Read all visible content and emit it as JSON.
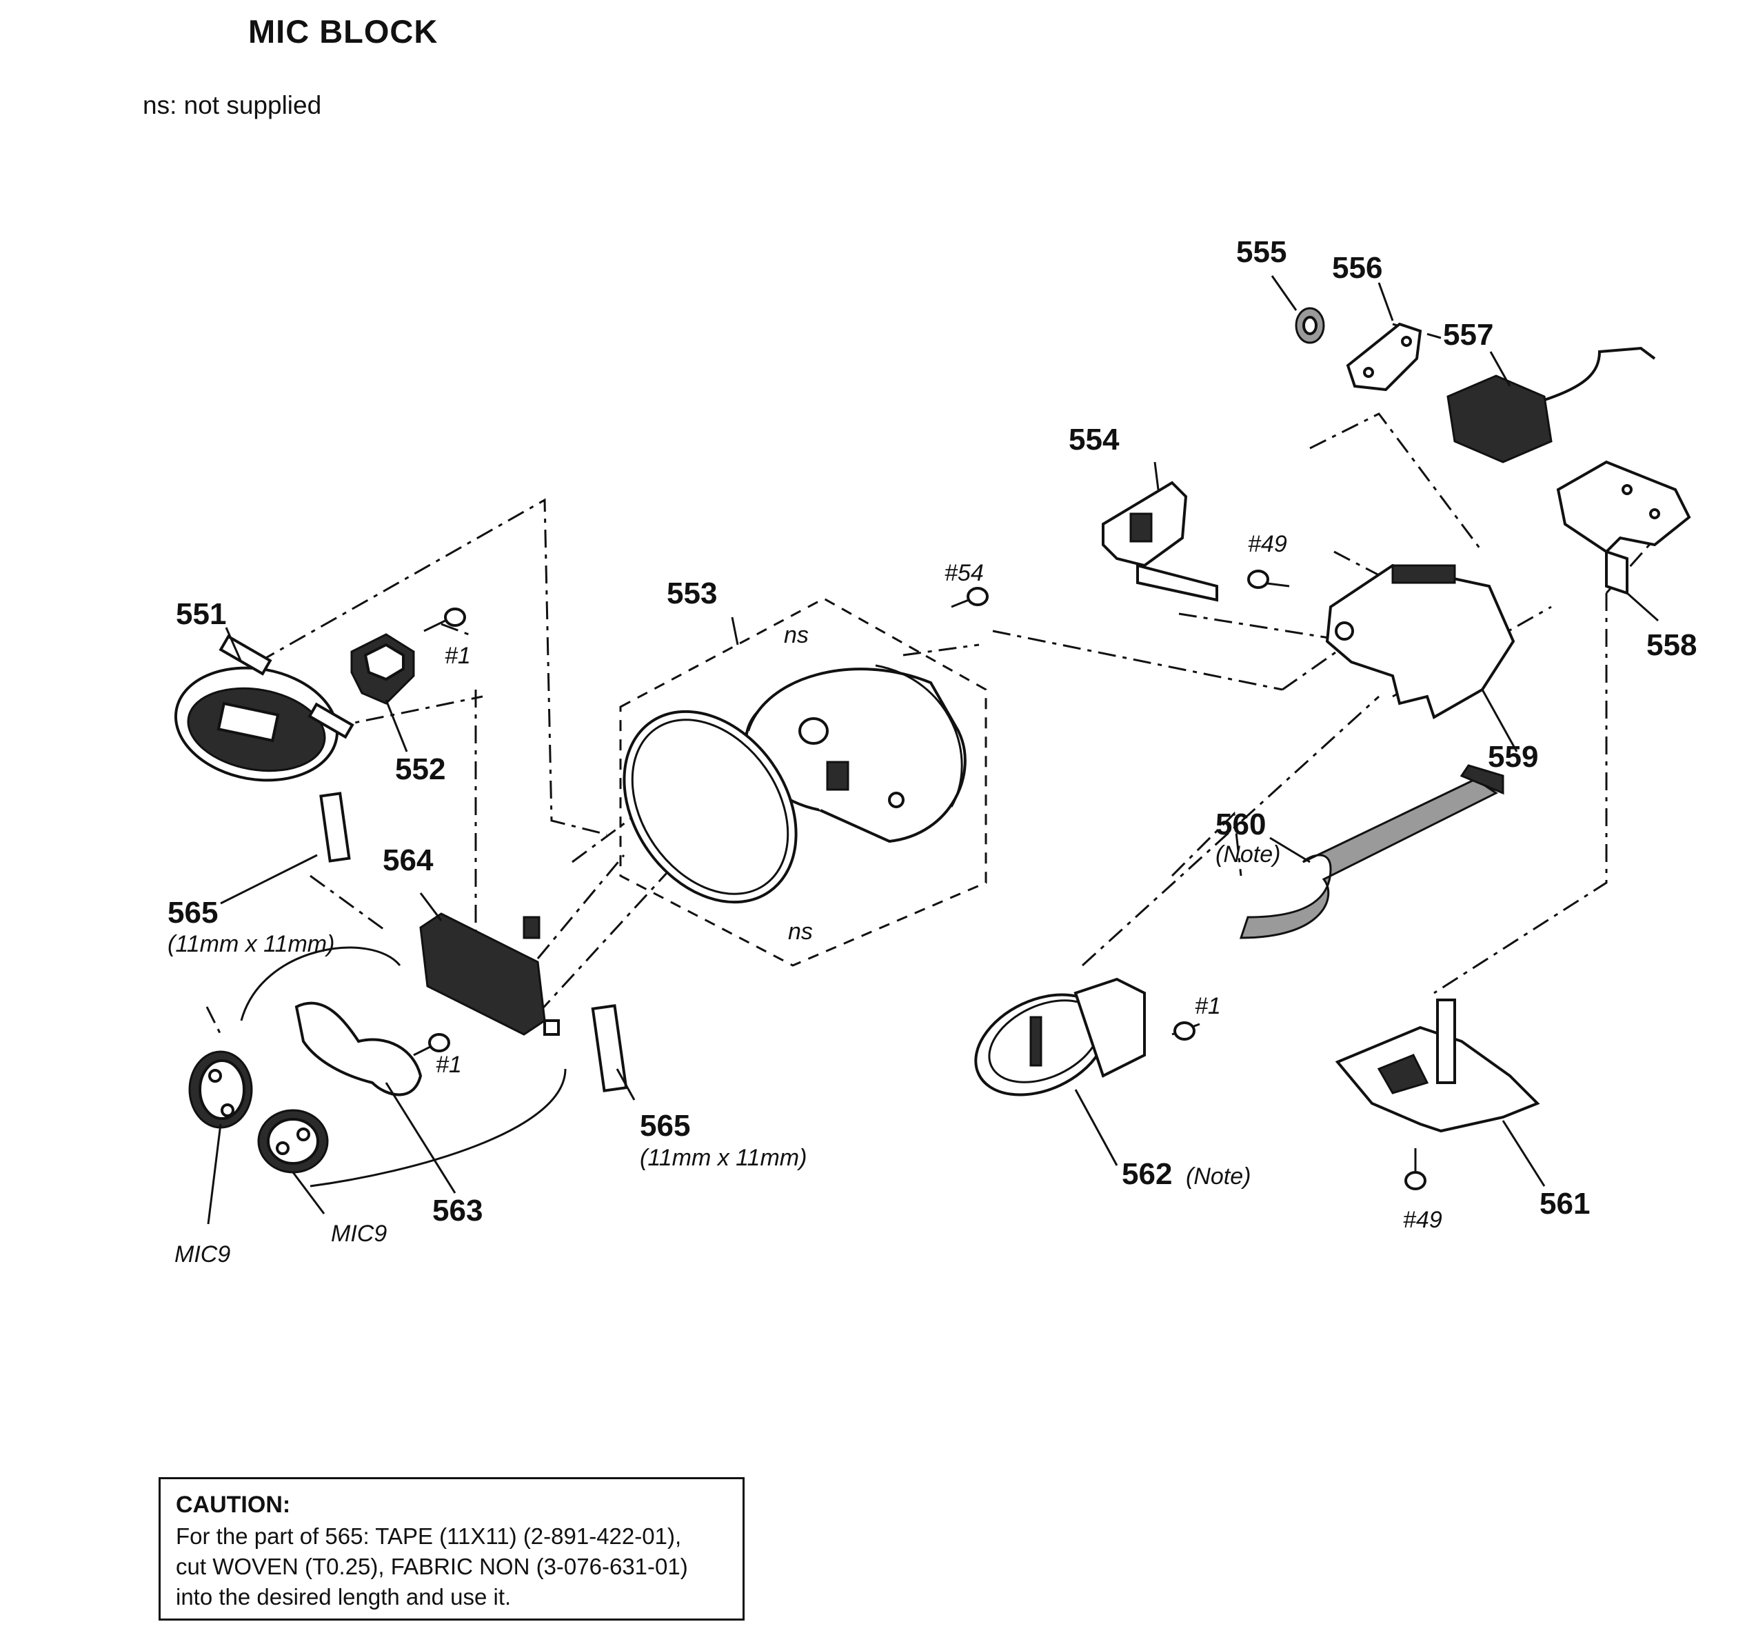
{
  "header": {
    "title": "MIC  BLOCK",
    "ns_note": "ns: not supplied"
  },
  "parts": {
    "p551": "551",
    "p552": "552",
    "p553": "553",
    "p554": "554",
    "p555": "555",
    "p556": "556",
    "p557": "557",
    "p558": "558",
    "p559": "559",
    "p560": "560",
    "p560_note": "(Note)",
    "p561": "561",
    "p562": "562",
    "p562_note": "(Note)",
    "p563": "563",
    "p564": "564",
    "p565a": "565",
    "p565a_size": "(11mm x 11mm)",
    "p565b": "565",
    "p565b_size": "(11mm x 11mm)"
  },
  "screws": {
    "s1a": "#1",
    "s1b": "#1",
    "s1c": "#1",
    "s54": "#54",
    "s49a": "#49",
    "s49b": "#49"
  },
  "misc": {
    "ns_top": "ns",
    "ns_bottom": "ns",
    "mic9_a": "MIC9",
    "mic9_b": "MIC9"
  },
  "caution": {
    "title": "CAUTION:",
    "line1": "For the part of 565: TAPE (11X11) (2-891-422-01),",
    "line2": "cut WOVEN (T0.25), FABRIC NON (3-076-631-01)",
    "line3": "into the desired length and use it."
  }
}
